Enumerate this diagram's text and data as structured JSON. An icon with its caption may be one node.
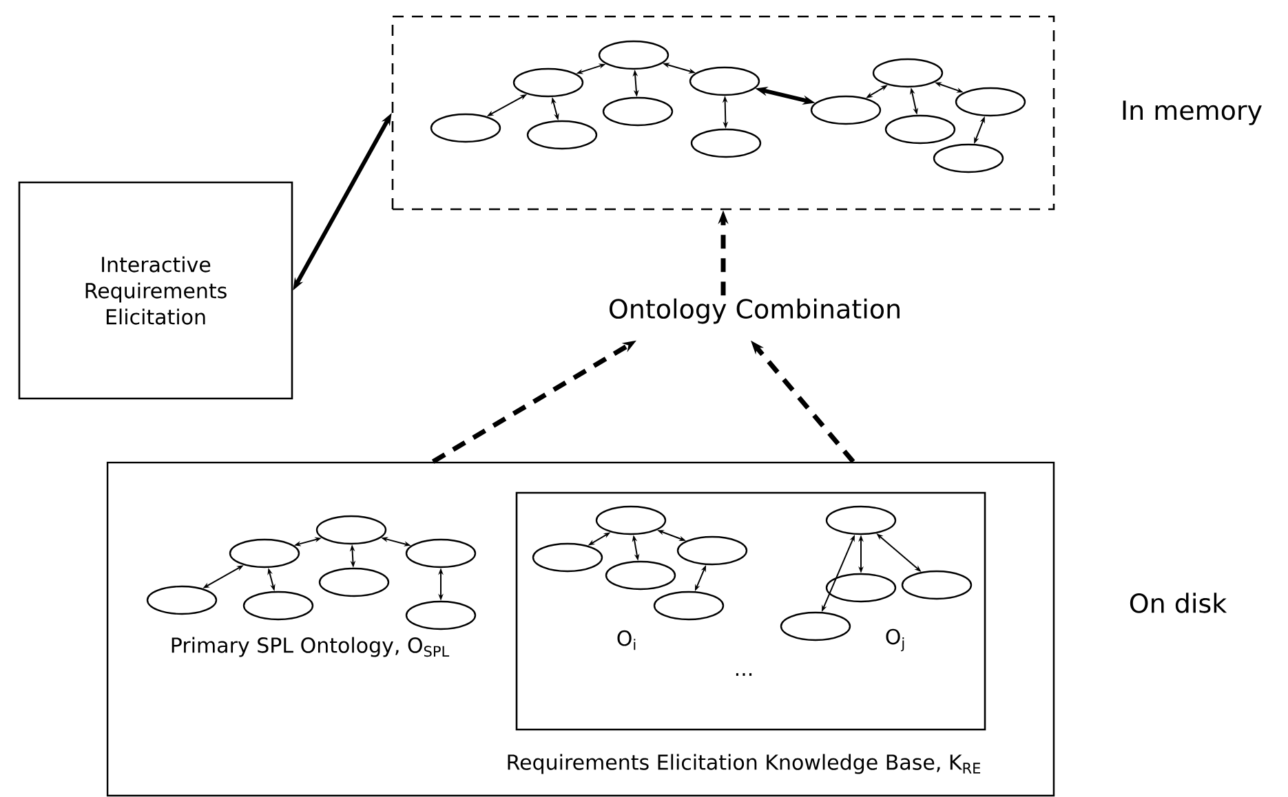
{
  "diagram": {
    "nodes": [
      {
        "text": [],
        "shape": "box",
        "beside": [
          "In memory"
        ]
      },
      {
        "text": [],
        "shape": "ellipse",
        "in": 0
      },
      {
        "text": [],
        "shape": "ellipse",
        "in": 0
      },
      {
        "text": [],
        "shape": "ellipse",
        "in": 0
      },
      {
        "text": [],
        "shape": "ellipse",
        "in": 0
      },
      {
        "text": [],
        "shape": "ellipse",
        "in": 0
      },
      {
        "text": [],
        "shape": "ellipse",
        "in": 0
      },
      {
        "text": [],
        "shape": "ellipse",
        "in": 0
      },
      {
        "text": [],
        "shape": "ellipse",
        "in": 0
      },
      {
        "text": [],
        "shape": "ellipse",
        "in": 0
      },
      {
        "text": [],
        "shape": "ellipse",
        "in": 0
      },
      {
        "text": [],
        "shape": "ellipse",
        "in": 0
      },
      {
        "text": [],
        "shape": "ellipse",
        "in": 0
      },
      {
        "text": [
          "Interactive Requirements Elicitation"
        ]
      },
      {
        "text": [
          "Ontology Combination"
        ]
      },
      {
        "text": [],
        "shape": "box",
        "beside": [
          "On disk"
        ]
      },
      {
        "text": [],
        "shape": "ellipse",
        "in": 15
      },
      {
        "text": [],
        "shape": "ellipse",
        "in": 15
      },
      {
        "text": [],
        "shape": "ellipse",
        "in": 15
      },
      {
        "text": [],
        "shape": "ellipse",
        "in": 15
      },
      {
        "text": [],
        "shape": "ellipse",
        "in": 15
      },
      {
        "text": [],
        "shape": "ellipse",
        "in": 15
      },
      {
        "text": [],
        "shape": "ellipse",
        "in": 15
      },
      {
        "text": [],
        "shape": "box",
        "in": 15,
        "beside": [
          "Requirements Elicitation Knowledge Base, K$_{RE}$"
        ]
      },
      {
        "text": [],
        "shape": "ellipse",
        "in": 23
      },
      {
        "text": [],
        "shape": "ellipse",
        "in": 23
      },
      {
        "text": [],
        "shape": "ellipse",
        "in": 23
      },
      {
        "text": [],
        "shape": "ellipse",
        "in": 23
      },
      {
        "text": [],
        "shape": "ellipse",
        "in": 23
      },
      {
        "text": [],
        "shape": "ellipse",
        "in": 23
      },
      {
        "text": [],
        "shape": "ellipse",
        "in": 23
      },
      {
        "text": [],
        "shape": "ellipse",
        "in": 23
      },
      {
        "text": [],
        "shape": "ellipse",
        "in": 23
      }
    ],
    "edges": [
      {
        "from": 2,
        "to": 1,
        "arrow": "both"
      },
      {
        "from": 2,
        "to": 4,
        "arrow": "both"
      },
      {
        "from": 2,
        "to": 3,
        "arrow": "both"
      },
      {
        "from": 4,
        "to": 5,
        "arrow": "both"
      },
      {
        "from": 4,
        "to": 6,
        "arrow": "both"
      },
      {
        "from": 6,
        "to": 7,
        "arrow": "both"
      },
      {
        "from": 6,
        "to": 8,
        "arrow": "both",
        "style": "thick"
      },
      {
        "from": 8,
        "to": 9,
        "arrow": "both"
      },
      {
        "from": 9,
        "to": 10,
        "arrow": "both"
      },
      {
        "from": 9,
        "to": 12,
        "arrow": "both"
      },
      {
        "from": 12,
        "to": 11,
        "arrow": "both"
      },
      {
        "from": 13,
        "to": 0,
        "arrow": "both",
        "style": "thick"
      },
      {
        "from": 14,
        "to": 0,
        "arrow": "to",
        "style": "dashed"
      },
      {
        "from": 15,
        "to": 14,
        "arrow": "to",
        "style": "dashed"
      },
      {
        "from": 15,
        "to": 14,
        "arrow": "to",
        "style": "dashed"
      },
      {
        "from": 17,
        "to": 16,
        "arrow": "both"
      },
      {
        "from": 17,
        "to": 19,
        "arrow": "both"
      },
      {
        "from": 17,
        "to": 18,
        "arrow": "both"
      },
      {
        "from": 19,
        "to": 20,
        "arrow": "both"
      },
      {
        "from": 19,
        "to": 21,
        "arrow": "both"
      },
      {
        "from": 21,
        "to": 22,
        "arrow": "both"
      },
      {
        "from": 25,
        "to": 24,
        "arrow": "both"
      },
      {
        "from": 25,
        "to": 26,
        "arrow": "both"
      },
      {
        "from": 25,
        "to": 28,
        "arrow": "both"
      },
      {
        "from": 28,
        "to": 27,
        "arrow": "both"
      },
      {
        "from": 30,
        "to": 29,
        "arrow": "both"
      },
      {
        "from": 30,
        "to": 31,
        "arrow": "both"
      },
      {
        "from": 30,
        "to": 32,
        "arrow": "both"
      }
    ],
    "labels": [
      "Primary SPL Ontology, O$_{SPL}$",
      "O$_{i}$",
      "O$_{j}$",
      "..."
    ]
  }
}
